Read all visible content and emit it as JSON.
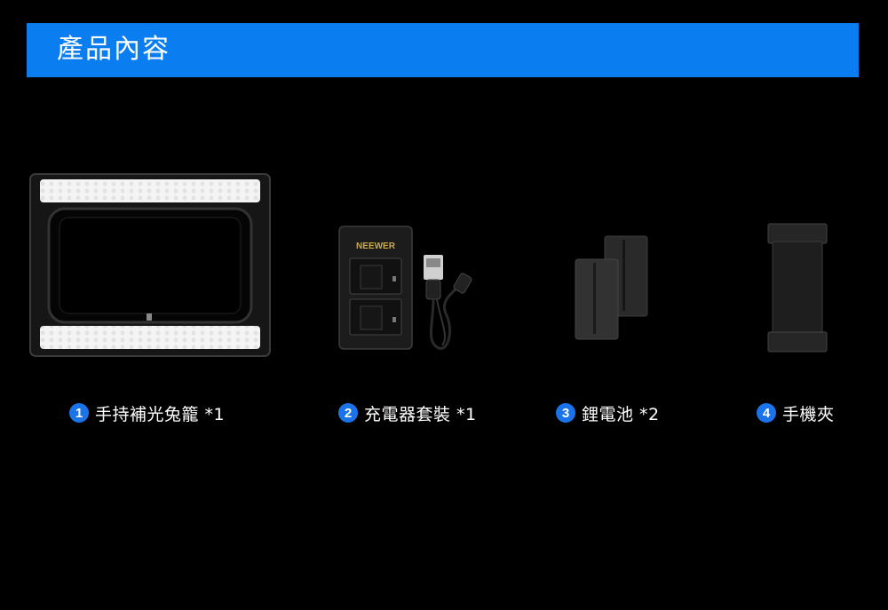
{
  "header": {
    "title": "產品內容",
    "bar_color": "#0a7df0"
  },
  "items": [
    {
      "number": "1",
      "name": "手持補光兔籠 *1"
    },
    {
      "number": "2",
      "name": "充電器套裝 *1",
      "brand": "NEEWER"
    },
    {
      "number": "3",
      "name": "鋰電池 *2"
    },
    {
      "number": "4",
      "name": "手機夾"
    }
  ],
  "accent_color": "#1a73e8"
}
